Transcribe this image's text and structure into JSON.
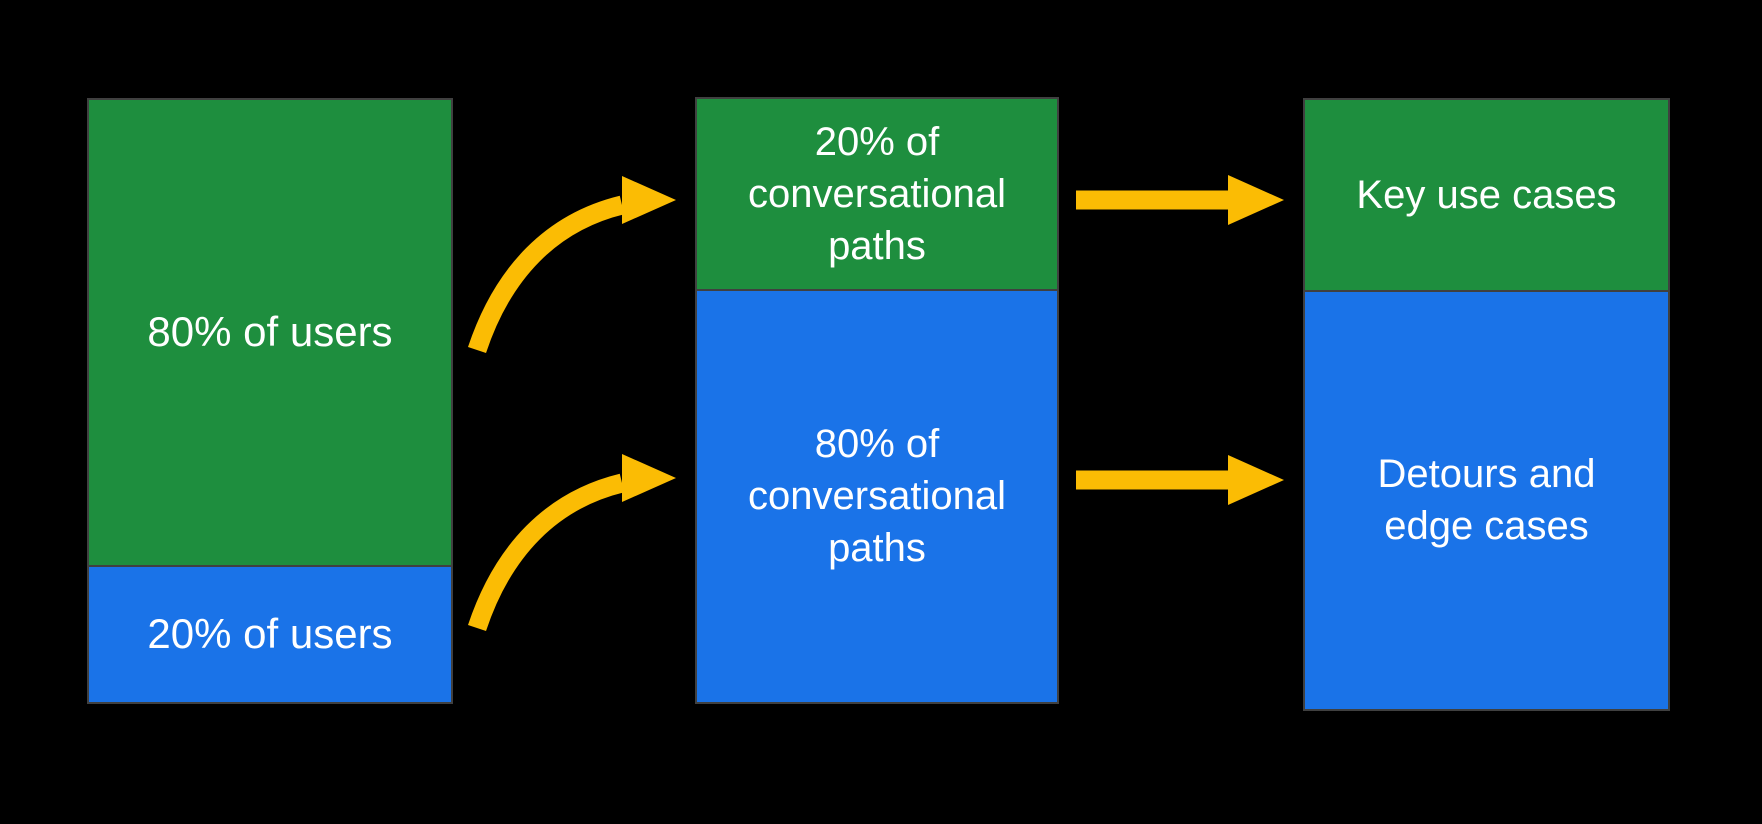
{
  "colors": {
    "background": "#000000",
    "green": "#1E8E3E",
    "blue": "#1A73E8",
    "arrow": "#FBBC04",
    "border": "#404040",
    "label_text": "#FFFFFF"
  },
  "columns": [
    {
      "name": "users",
      "segments": [
        {
          "label": "80% of users",
          "color_key": "green"
        },
        {
          "label": "20% of users",
          "color_key": "blue"
        }
      ]
    },
    {
      "name": "conversational-paths",
      "segments": [
        {
          "label": "20% of conversational paths",
          "color_key": "green"
        },
        {
          "label": "80% of conversational paths",
          "color_key": "blue"
        }
      ]
    },
    {
      "name": "outcomes",
      "segments": [
        {
          "label": "Key use cases",
          "color_key": "green"
        },
        {
          "label": "Detours and edge cases",
          "color_key": "blue"
        }
      ]
    }
  ],
  "arrows": [
    {
      "style": "curved",
      "from": "80% of users",
      "to": "20% of conversational paths"
    },
    {
      "style": "curved",
      "from": "20% of users",
      "to": "80% of conversational paths"
    },
    {
      "style": "straight",
      "from": "20% of conversational paths",
      "to": "Key use cases"
    },
    {
      "style": "straight",
      "from": "80% of conversational paths",
      "to": "Detours and edge cases"
    }
  ]
}
